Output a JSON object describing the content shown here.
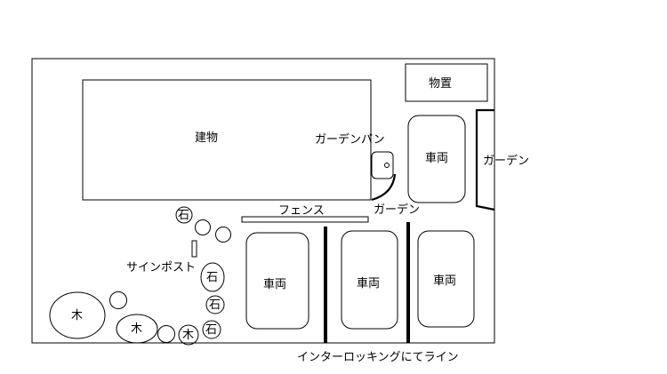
{
  "labels": {
    "building": "建物",
    "storage": "物置",
    "garden_pan": "ガーデンパン",
    "garden_right": "ガーデン",
    "garden_lower": "ガーデン",
    "fence": "フェンス",
    "sign_post": "サインポスト",
    "interlocking_line": "インターロッキングにてライン"
  },
  "vehicles": [
    "車両",
    "車両",
    "車両",
    "車両"
  ],
  "stones": [
    "石",
    "石",
    "石",
    "石"
  ],
  "trees": [
    "木",
    "木",
    "木"
  ],
  "colors": {
    "line": "#000000",
    "background": "#ffffff"
  }
}
